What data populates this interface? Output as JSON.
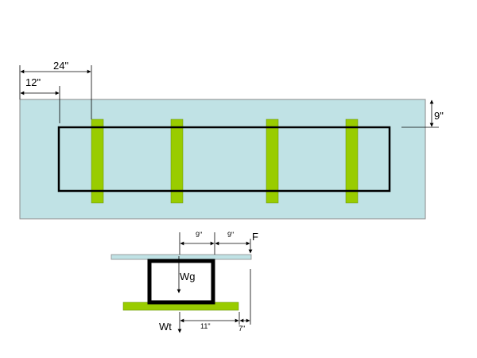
{
  "labels": {
    "top_dim_24": "24\"",
    "top_dim_12": "12\"",
    "side_dim_9": "9\"",
    "sec_dim_9_left": "9\"",
    "sec_dim_9_right": "9\"",
    "force_f": "F",
    "weight_wg": "Wg",
    "weight_wt": "Wt",
    "sec_dim_11": "11\"",
    "sec_dim_7": "7\""
  },
  "colors": {
    "slab_fill": "#c0e2e5",
    "slab_stroke": "#8a8a8a",
    "green": "#99cc00",
    "green_stroke": "#5f8a00",
    "frame": "#000000",
    "plate_fill": "#c0e2e5"
  }
}
